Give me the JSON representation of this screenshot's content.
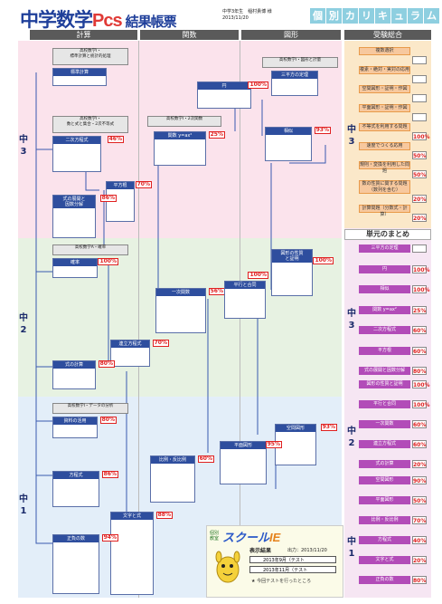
{
  "header": {
    "title": "中学数学",
    "title_pcs": "Pcs",
    "title_kekka": "結果帳票",
    "student_line": "中学3年生　稲村貴博 様",
    "date_line": "2013/11/20",
    "kobetsu": [
      "個",
      "別",
      "カ",
      "リ",
      "キ",
      "ュ",
      "ラ",
      "ム"
    ]
  },
  "columns": {
    "keisan": "計算",
    "kansu": "関数",
    "zukei": "図形",
    "juken": "受験総合"
  },
  "grades": {
    "g3": "中\n3",
    "g2": "中\n2",
    "g1": "中\n1"
  },
  "nodes": {
    "koko_keisan": "高校数学Ⅰ・\n標準計算と統計的処理",
    "hyojun_keisan": "標準計算",
    "koko_kansu": "高校数学Ⅰ・2次関数",
    "koko_zukei": "高校数学Ⅰ・図形と計量",
    "koko_shiki": "高校数学Ⅰ・\n数と式と集合・2次不等式",
    "nijihoteishiki": {
      "title": "二次方程式",
      "pct": "46%"
    },
    "heihokon": {
      "title": "平方根",
      "pct": "70%"
    },
    "shiki_tenkai": {
      "title": "式の展開と\n因数分解",
      "pct": "86%"
    },
    "en": {
      "title": "円",
      "pct": "100%"
    },
    "kansu_y": {
      "title": "関数 y=ax²",
      "pct": "25%"
    },
    "sojizukei": {
      "title": "相似",
      "pct": "93%"
    },
    "sanheiho": {
      "title": "三平方の定理",
      "pct": ""
    },
    "koko_suretsu": "高校数学A・確率",
    "kakuritsu": {
      "title": "確率",
      "pct": "100%"
    },
    "ichiji_kansu": {
      "title": "一次関数",
      "pct": "56%"
    },
    "heiko_goudou": {
      "title": "平行と合同",
      "pct": "100%"
    },
    "zukei_seishitsu": {
      "title": "図形の性質\nと証明",
      "pct": "100%"
    },
    "renritsu": {
      "title": "連立方程式",
      "pct": "70%"
    },
    "shiki_keisan": {
      "title": "式の計算",
      "pct": "80%"
    },
    "koko_data": "高校数学Ⅰ・データの分析",
    "shiryo": {
      "title": "資料の活用",
      "pct": "80%"
    },
    "kukanzukei": {
      "title": "空間図形",
      "pct": "93%"
    },
    "heimen": {
      "title": "平面図形",
      "pct": "95%"
    },
    "hirei": {
      "title": "比例・反比例",
      "pct": "60%"
    },
    "hoteishiki": {
      "title": "方程式",
      "pct": "86%"
    },
    "moji_shiki": {
      "title": "文字と式",
      "pct": "88%"
    },
    "seifu": {
      "title": "正負の数",
      "pct": "94%"
    }
  },
  "juken_items": [
    {
      "label": "複数選択",
      "pct": ""
    },
    {
      "label": "複素・絶対・実対の応用",
      "pct": ""
    },
    {
      "label": "空間図形・証明・作図",
      "pct": ""
    },
    {
      "label": "平面図形・証明・作図",
      "pct": ""
    },
    {
      "label": "不等式を利用する問題",
      "pct": "100%"
    },
    {
      "label": "速度でつくる応用",
      "pct": "50%"
    },
    {
      "label": "規則・変換を利用した問題",
      "pct": "50%"
    },
    {
      "label": "数の性質に関する問題\n（数列を含む）",
      "pct": "20%"
    },
    {
      "label": "計算問題（分数式・計算）",
      "pct": "20%"
    }
  ],
  "tangen_title": "単元のまとめ",
  "tangen_g3": [
    {
      "label": "三平方の定理",
      "pct": ""
    },
    {
      "label": "円",
      "pct": "100%"
    },
    {
      "label": "相似",
      "pct": "100%"
    },
    {
      "label": "関数 y=ax²",
      "pct": "25%"
    },
    {
      "label": "二次方程式",
      "pct": "60%"
    },
    {
      "label": "平方根",
      "pct": "60%"
    },
    {
      "label": "式の展開と因数分解",
      "pct": "80%"
    }
  ],
  "tangen_g2": [
    {
      "label": "図形の性質と証明",
      "pct": "100%"
    },
    {
      "label": "平行と合同",
      "pct": "100%"
    },
    {
      "label": "一次関数",
      "pct": "60%"
    },
    {
      "label": "連立方程式",
      "pct": "60%"
    },
    {
      "label": "式の計算",
      "pct": "20%"
    }
  ],
  "tangen_g1": [
    {
      "label": "空間図形",
      "pct": "90%"
    },
    {
      "label": "平面図形",
      "pct": "50%"
    },
    {
      "label": "比例・反比例",
      "pct": "70%"
    },
    {
      "label": "方程式",
      "pct": "40%"
    },
    {
      "label": "文字と式",
      "pct": "20%"
    },
    {
      "label": "正負の数",
      "pct": "80%"
    }
  ],
  "legend": {
    "logo_main": "スクール",
    "logo_ie": "IE",
    "logo_sub": "個別教室",
    "title": "表示結果",
    "date_label": "出力：2013/11/20",
    "row1": "2013年9月（テスト",
    "row2": "2013年11月（テスト",
    "note": "★ 今回テストを行ったところ"
  }
}
